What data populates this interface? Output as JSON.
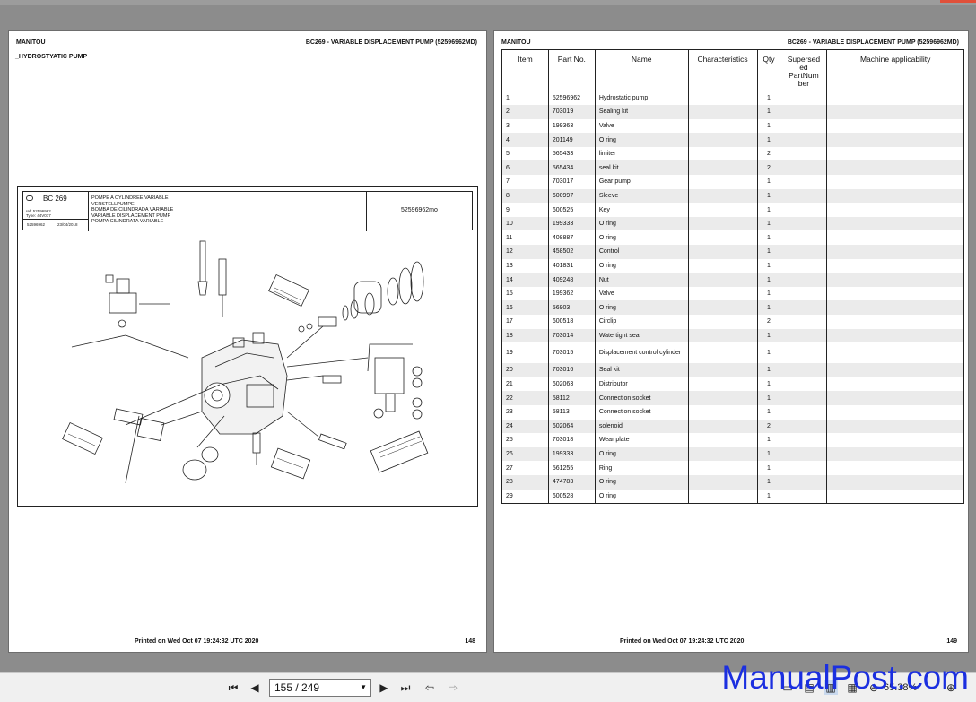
{
  "left_page": {
    "brand": "MANITOU",
    "title": "BC269 - VARIABLE DISPLACEMENT PUMP (52596962MD)",
    "subtitle": "_HYDROSTYATIC PUMP",
    "footer": "Printed on  Wed Oct 07 19:24:32 UTC 2020",
    "page_no": "148",
    "drawing": {
      "bc": "BC 269",
      "ref": "ref: 52596962",
      "type": "Type: 44V077",
      "code": "52596962",
      "date": "23/04/2018",
      "names": [
        "POMPE A CYLINDRÉE VARIABLE",
        "VERSTELLPUMPE",
        "BOMBA DE CILINDRADA VARIABLE",
        "VARIABLE DISPLACEMENT PUMP",
        "POMPA CILINDRATA VARIABLE"
      ],
      "part_code": "52596962mo"
    }
  },
  "right_page": {
    "brand": "MANITOU",
    "title": "BC269 - VARIABLE DISPLACEMENT PUMP (52596962MD)",
    "footer": "Printed on  Wed Oct 07 19:24:32 UTC 2020",
    "page_no": "149",
    "columns": [
      "Item",
      "Part No.",
      "Name",
      "Characteristics",
      "Qty",
      "Supersed\ned\nPartNum\nber",
      "Machine applicability"
    ],
    "rows": [
      [
        "1",
        "52596962",
        "Hydrostatic pump",
        "",
        "1"
      ],
      [
        "2",
        "703019",
        "Sealing kit",
        "",
        "1"
      ],
      [
        "3",
        "199363",
        "Valve",
        "",
        "1"
      ],
      [
        "4",
        "201149",
        "O ring",
        "",
        "1"
      ],
      [
        "5",
        "565433",
        "limiter",
        "",
        "2"
      ],
      [
        "6",
        "565434",
        "seal kit",
        "",
        "2"
      ],
      [
        "7",
        "703017",
        "Gear pump",
        "",
        "1"
      ],
      [
        "8",
        "600997",
        "Sleeve",
        "",
        "1"
      ],
      [
        "9",
        "600525",
        "Key",
        "",
        "1"
      ],
      [
        "10",
        "199333",
        "O ring",
        "",
        "1"
      ],
      [
        "11",
        "408887",
        "O ring",
        "",
        "1"
      ],
      [
        "12",
        "458502",
        "Control",
        "",
        "1"
      ],
      [
        "13",
        "401831",
        "O ring",
        "",
        "1"
      ],
      [
        "14",
        "409248",
        "Nut",
        "",
        "1"
      ],
      [
        "15",
        "199362",
        "Valve",
        "",
        "1"
      ],
      [
        "16",
        "56903",
        "O ring",
        "",
        "1"
      ],
      [
        "17",
        "600518",
        "Circlip",
        "",
        "2"
      ],
      [
        "18",
        "703014",
        "Watertight seal",
        "",
        "1"
      ],
      [
        "19",
        "703015",
        "Displacement control cylinder",
        "",
        "1"
      ],
      [
        "20",
        "703016",
        "Seal kit",
        "",
        "1"
      ],
      [
        "21",
        "602063",
        "Distributor",
        "",
        "1"
      ],
      [
        "22",
        "58112",
        "Connection socket",
        "",
        "1"
      ],
      [
        "23",
        "58113",
        "Connection socket",
        "",
        "1"
      ],
      [
        "24",
        "602064",
        "solenoid",
        "",
        "2"
      ],
      [
        "25",
        "703018",
        "Wear plate",
        "",
        "1"
      ],
      [
        "26",
        "199333",
        "O ring",
        "",
        "1"
      ],
      [
        "27",
        "561255",
        "Ring",
        "",
        "1"
      ],
      [
        "28",
        "474783",
        "O ring",
        "",
        "1"
      ],
      [
        "29",
        "600528",
        "O ring",
        "",
        "1"
      ]
    ]
  },
  "toolbar": {
    "page_indicator": "155 / 249",
    "zoom": "65.38%"
  },
  "watermark": "ManualPost.com",
  "colors": {
    "accent": "#e0503a",
    "watermark": "#1b2fe0"
  }
}
